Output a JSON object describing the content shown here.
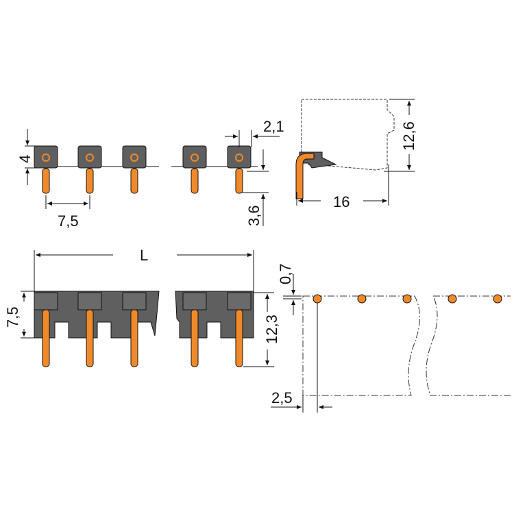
{
  "title": "Pin header technical drawing",
  "colors": {
    "housing": "#5f5f5f",
    "pin": "#f0892a",
    "line": "#111111"
  },
  "top_view": {
    "height_dim": "4",
    "pitch_dim": "7,5",
    "offset_dim": "2,1",
    "pin_length_dim": "3,6"
  },
  "side_view": {
    "height_dim": "12,6",
    "depth_dim": "16"
  },
  "front_view": {
    "length_dim": "L",
    "body_height_dim": "7,5",
    "total_height_dim": "12,3"
  },
  "footprint": {
    "hole_offset_dim": "0,7",
    "edge_dim": "2,5"
  }
}
